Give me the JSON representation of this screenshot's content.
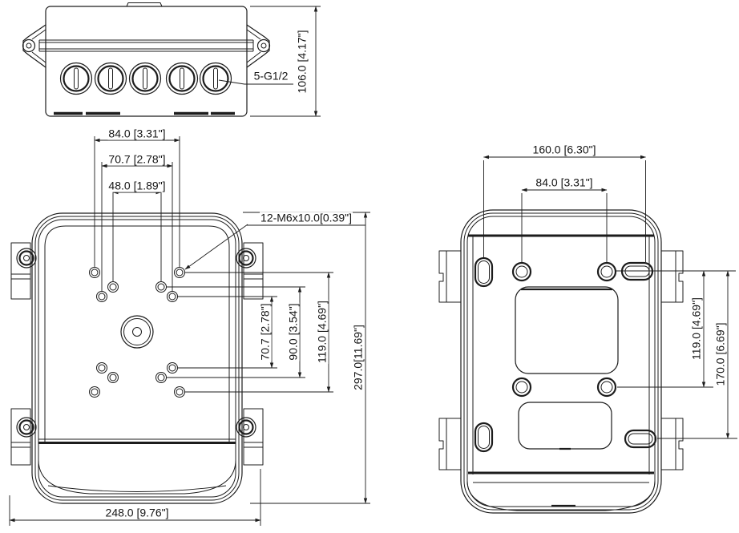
{
  "views": {
    "top": {
      "port_label": "5-G1/2",
      "dim_height": "106.0 [4.17\"]"
    },
    "front": {
      "dim_width_outer_holes": "84.0 [3.31\"]",
      "dim_width_mid_holes": "70.7 [2.78\"]",
      "dim_width_inner_holes": "48.0 [1.89\"]",
      "screw_note": "12-M6x10.0[0.39\"]",
      "dim_height_inner_holes": "70.7 [2.78\"]",
      "dim_height_mid_holes": "90.0 [3.54\"]",
      "dim_height_outer_holes": "119.0 [4.69\"]",
      "dim_total_height": "297.0[11.69\"]",
      "dim_total_width": "248.0 [9.76\"]"
    },
    "back": {
      "dim_width_outer_slots": "160.0 [6.30\"]",
      "dim_width_inner_holes": "84.0 [3.31\"]",
      "dim_height_inner_holes": "119.0 [4.69\"]",
      "dim_height_outer_slots": "170.0 [6.69\"]"
    }
  }
}
